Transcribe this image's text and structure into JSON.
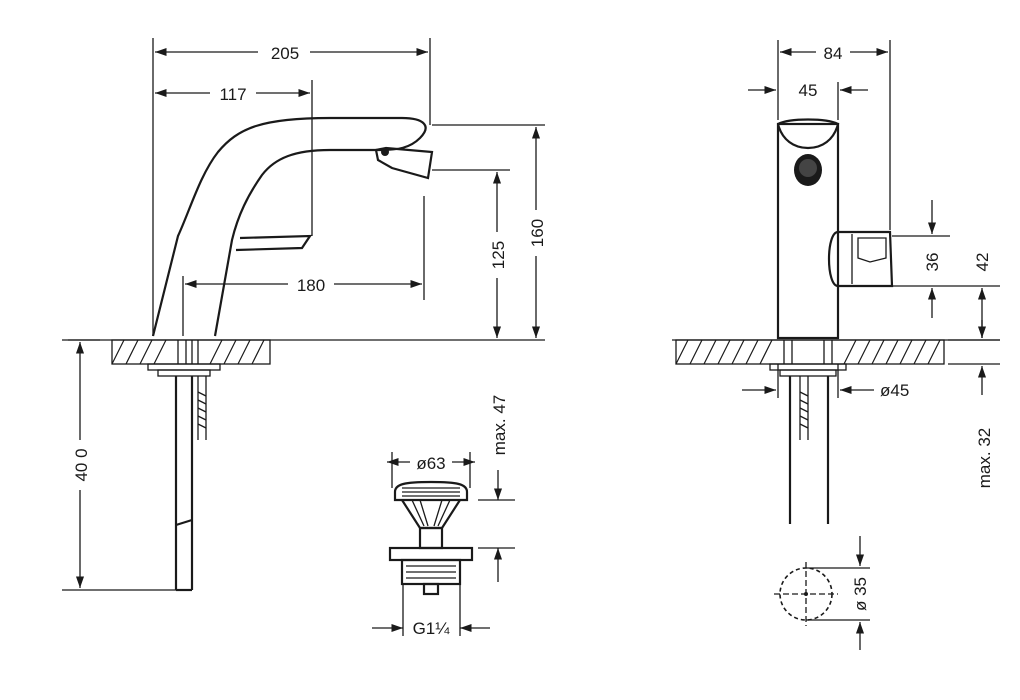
{
  "side_view": {
    "dim_total_length": "205",
    "dim_lever_offset": "117",
    "dim_spout_reach": "180",
    "dim_outlet_height": "125",
    "dim_total_height": "160",
    "dim_hose_length": "40 0"
  },
  "front_view": {
    "dim_total_width": "84",
    "dim_body_width": "45",
    "dim_handle_height": "36",
    "dim_handle_top": "42",
    "dim_base_diameter": "ø45",
    "dim_deck_thickness": "max. 32",
    "dim_hole_diameter": "ø 35"
  },
  "waste_view": {
    "dim_plug_diameter": "ø63",
    "dim_plug_height": "max. 47",
    "dim_thread": "G1¼"
  }
}
